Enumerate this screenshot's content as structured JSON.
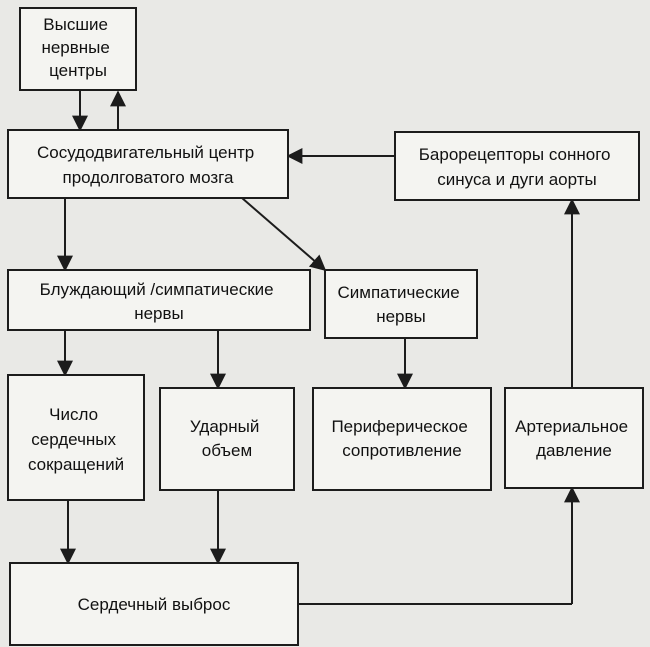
{
  "nodes": {
    "higher_centers": {
      "lines": [
        "Высшие",
        "нервные",
        "центры"
      ]
    },
    "vasomotor_center": {
      "lines": [
        "Сосудодвигательный центр",
        "продолговатого мозга"
      ]
    },
    "baroreceptors": {
      "lines": [
        "Барорецепторы сонного",
        "синуса и дуги аорты"
      ]
    },
    "vagus_sympathetic": {
      "lines": [
        "Блуждающий /симпатические",
        "нервы"
      ]
    },
    "sympathetic": {
      "lines": [
        "Симпатические",
        "нервы"
      ]
    },
    "heart_rate": {
      "lines": [
        "Число",
        "сердечных",
        "сокращений"
      ]
    },
    "stroke_volume": {
      "lines": [
        "Ударный",
        "объем"
      ]
    },
    "peripheral_resistance": {
      "lines": [
        "Периферическое",
        "сопротивление"
      ]
    },
    "arterial_pressure": {
      "lines": [
        "Артериальное",
        "давление"
      ]
    },
    "cardiac_output": {
      "lines": [
        "Сердечный выброс"
      ]
    }
  }
}
